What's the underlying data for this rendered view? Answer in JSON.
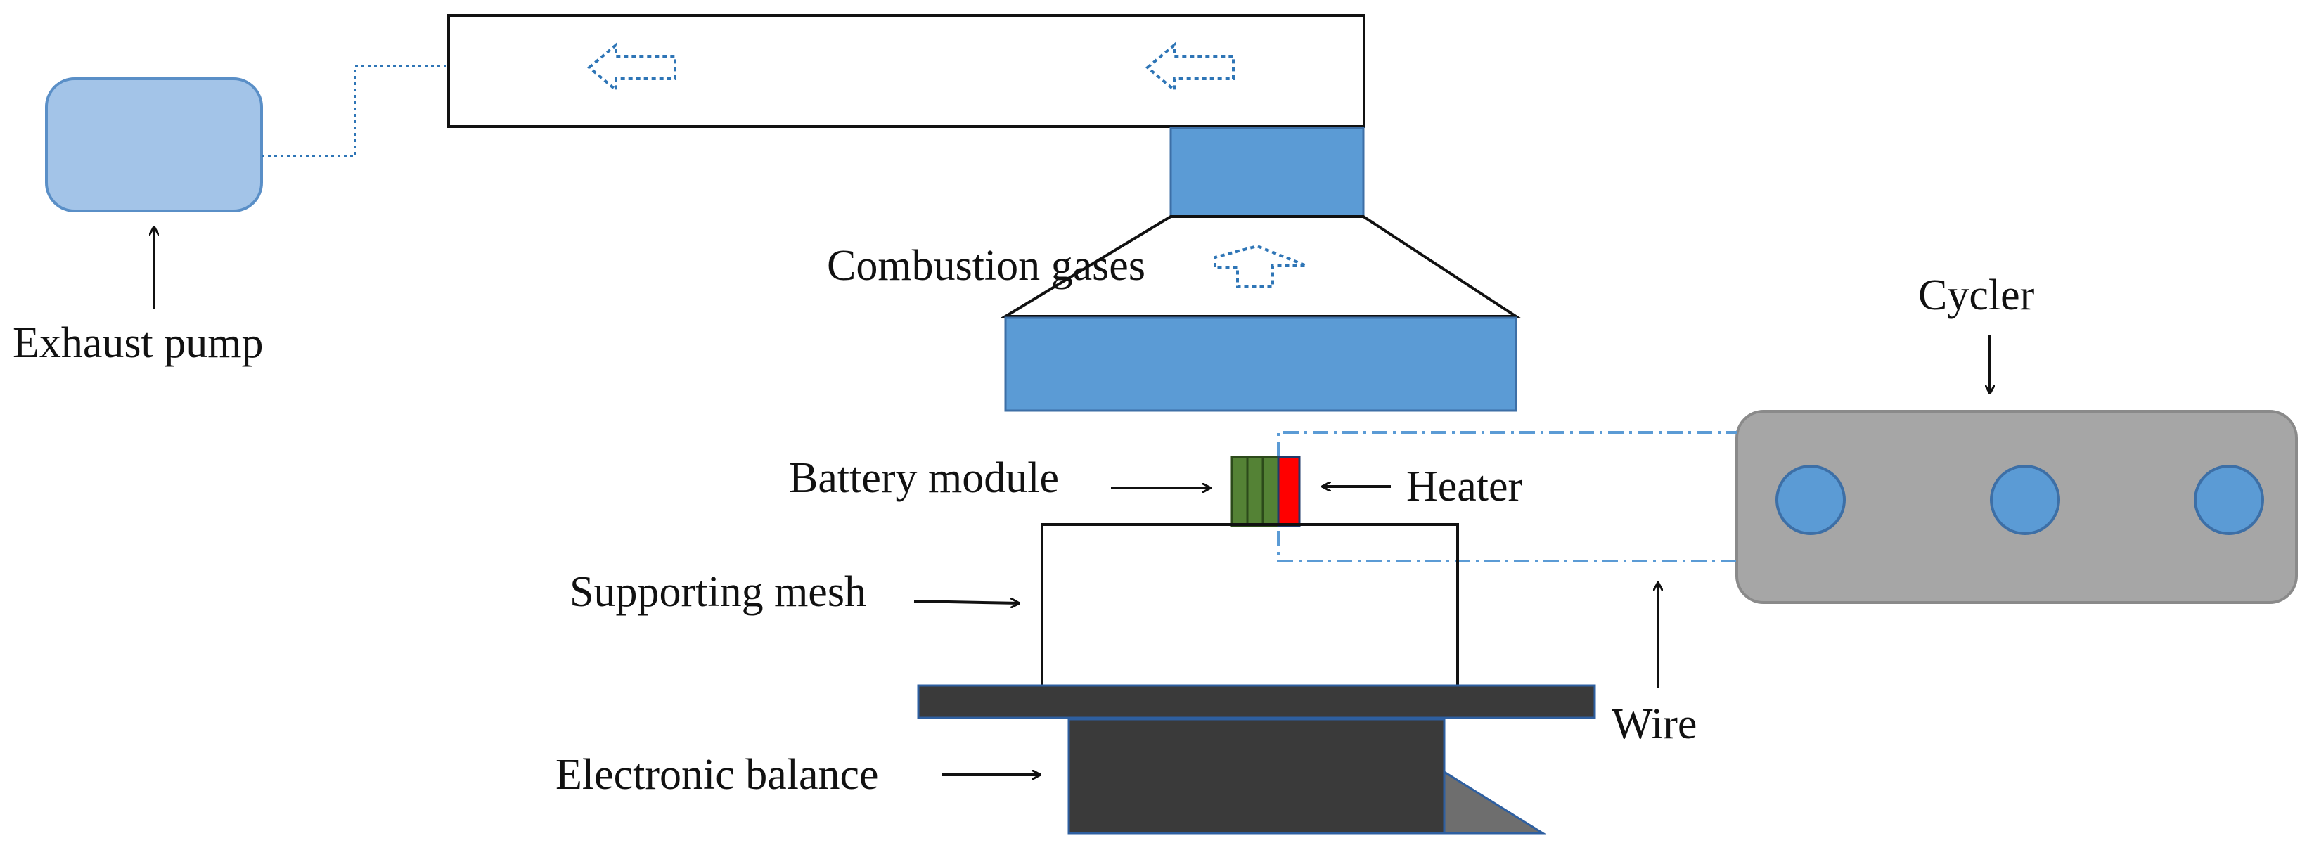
{
  "labels": {
    "exhaust_pump": "Exhaust pump",
    "combustion_gases": "Combustion gases",
    "cycler": "Cycler",
    "battery_module": "Battery module",
    "heater": "Heater",
    "supporting_mesh": "Supporting mesh",
    "wire": "Wire",
    "electronic_balance": "Electronic balance"
  },
  "colors": {
    "pump_fill": "#a3c4e8",
    "pump_stroke": "#5a8fc7",
    "hood_blue": "#5b9bd5",
    "dashed_arrow": "#2e75b6",
    "battery_green": "#548235",
    "heater_red": "#ff0000",
    "cycler_gray": "#a6a6a6",
    "cycler_port": "#5b9bd5",
    "balance_dark": "#3a3a3a",
    "wire_blue": "#5b9bd5"
  },
  "cycler_ports": 3
}
